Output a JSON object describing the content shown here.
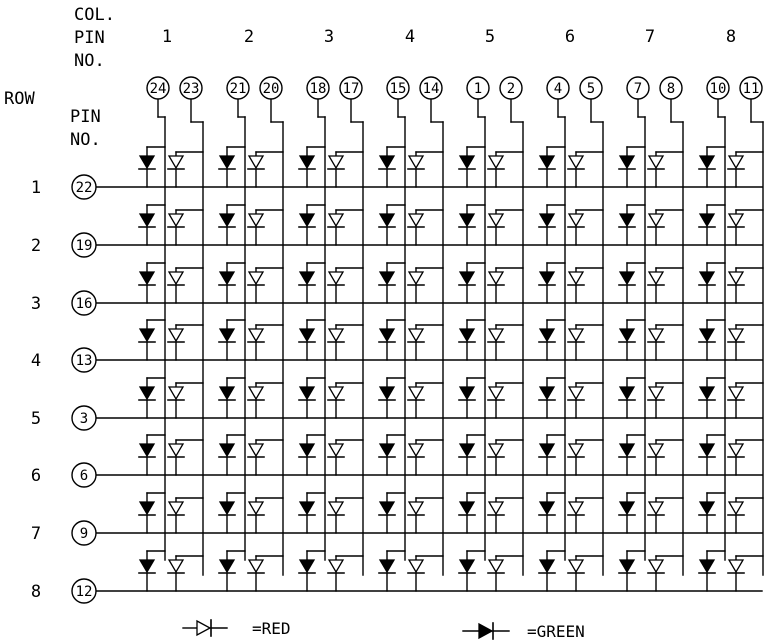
{
  "labels": {
    "col_header": [
      "COL.",
      "PIN",
      "NO."
    ],
    "row_header": "ROW",
    "row_pin_header": [
      "PIN",
      "NO."
    ]
  },
  "columns": [
    {
      "number": "1",
      "pin_green": "24",
      "pin_red": "23"
    },
    {
      "number": "2",
      "pin_green": "21",
      "pin_red": "20"
    },
    {
      "number": "3",
      "pin_green": "18",
      "pin_red": "17"
    },
    {
      "number": "4",
      "pin_green": "15",
      "pin_red": "14"
    },
    {
      "number": "5",
      "pin_green": "1",
      "pin_red": "2"
    },
    {
      "number": "6",
      "pin_green": "4",
      "pin_red": "5"
    },
    {
      "number": "7",
      "pin_green": "7",
      "pin_red": "8"
    },
    {
      "number": "8",
      "pin_green": "10",
      "pin_red": "11"
    }
  ],
  "rows": [
    {
      "number": "1",
      "pin": "22"
    },
    {
      "number": "2",
      "pin": "19"
    },
    {
      "number": "3",
      "pin": "16"
    },
    {
      "number": "4",
      "pin": "13"
    },
    {
      "number": "5",
      "pin": "3"
    },
    {
      "number": "6",
      "pin": "6"
    },
    {
      "number": "7",
      "pin": "9"
    },
    {
      "number": "8",
      "pin": "12"
    }
  ],
  "legend": {
    "red": "=RED",
    "green": "=GREEN"
  },
  "colors": {
    "stroke": "#000000",
    "background": "#ffffff"
  }
}
